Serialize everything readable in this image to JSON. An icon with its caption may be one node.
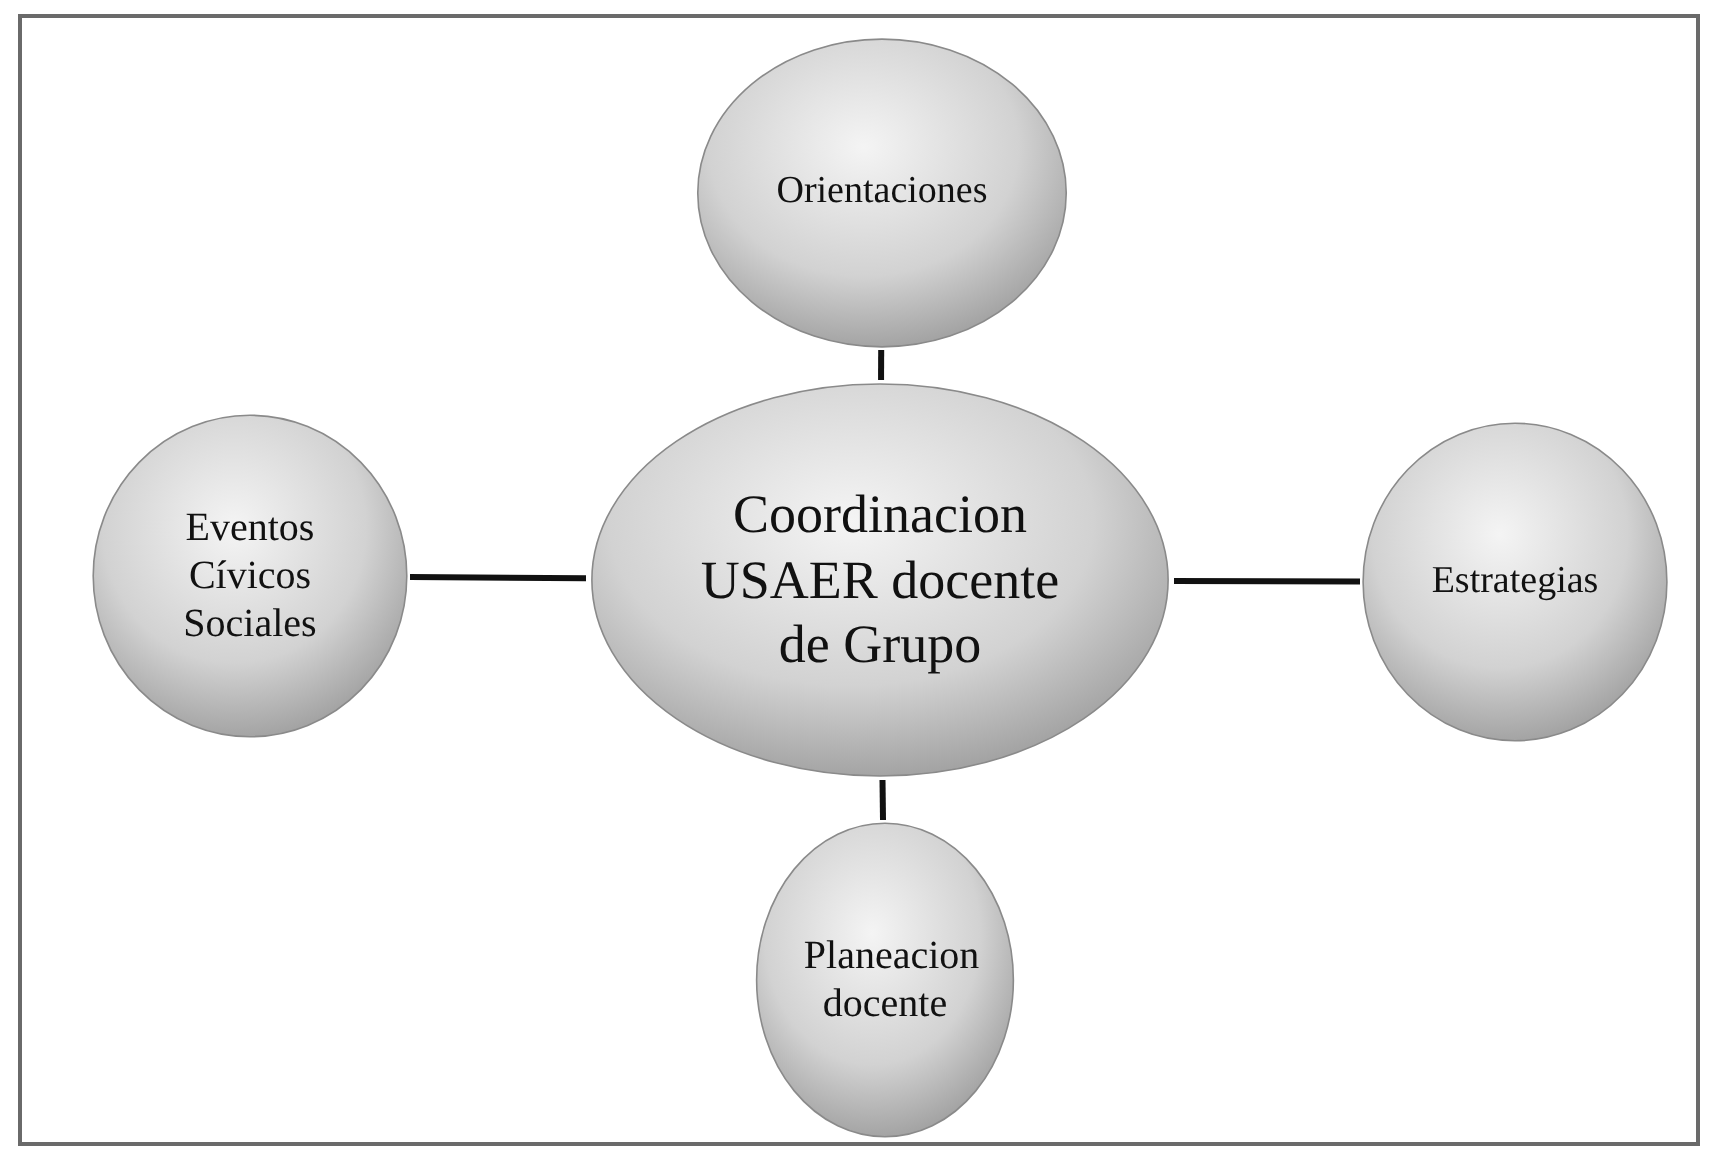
{
  "diagram": {
    "nodes": [
      {
        "text": [
          "Orientaciones"
        ]
      },
      {
        "text": [
          "Eventos Cívicos Sociales"
        ]
      },
      {
        "text": [
          "Coordinacion USAER docente de Grupo"
        ]
      },
      {
        "text": [
          "Estrategias"
        ]
      },
      {
        "text": [
          "Planeacion docente"
        ]
      }
    ],
    "edges": [
      {
        "from": 2,
        "to": 0,
        "arrow": "none"
      },
      {
        "from": 2,
        "to": 1,
        "arrow": "none"
      },
      {
        "from": 2,
        "to": 3,
        "arrow": "none"
      },
      {
        "from": 2,
        "to": 4,
        "arrow": "none"
      }
    ]
  }
}
